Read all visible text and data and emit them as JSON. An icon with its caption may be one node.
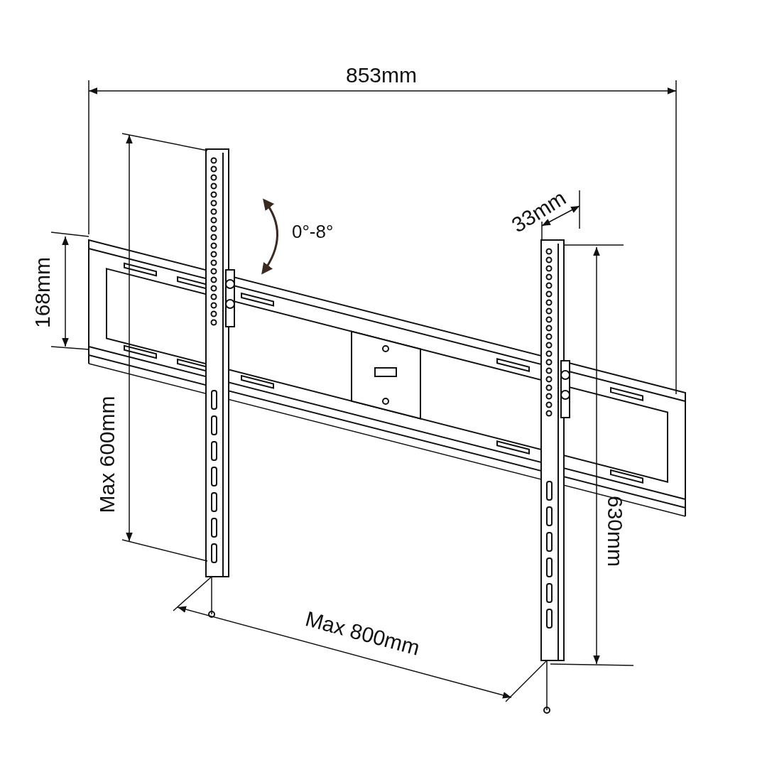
{
  "diagram": {
    "labels": [
      "853mm",
      "33mm",
      "0°-8°",
      "168mm",
      "Max 600mm",
      "630mm",
      "Max 800mm"
    ]
  }
}
